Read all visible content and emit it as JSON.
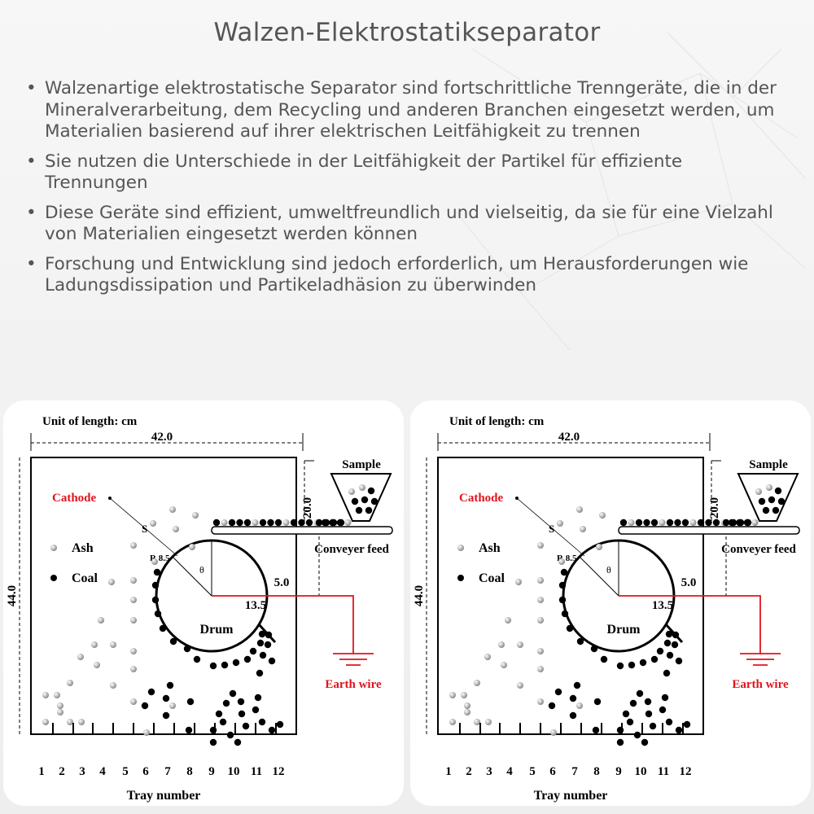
{
  "page": {
    "title": "Walzen-Elektrostatikseparator",
    "bullets": [
      "Walzenartige elektrostatische Separator sind fortschrittliche Trenngeräte, die in der Mineralverarbeitung, dem Recycling und anderen Branchen eingesetzt werden, um Materialien basierend auf ihrer elektrischen Leitfähigkeit zu trennen",
      "Sie nutzen die Unterschiede in der Leitfähigkeit der Partikel für effiziente Trennungen",
      "Diese Geräte sind effizient, umweltfreundlich und vielseitig, da sie für eine Vielzahl von Materialien eingesetzt werden können",
      "Forschung und Entwicklung sind jedoch erforderlich, um Herausforderungen wie Ladungsdissipation und Partikeladhäsion zu überwinden"
    ],
    "bullet_symbol": "•"
  },
  "diagram": {
    "unit_label": "Unit of length: cm",
    "width_dim": "42.0",
    "height_dim": "44.0",
    "feed_dim": "20.0",
    "drum_offset_dim": "5.0",
    "drum_horizontal_dim": "13.5",
    "radius_label": "R 8.5",
    "angle_label": "θ",
    "distance_label": "S",
    "cathode_label": "Cathode",
    "ash_label": "Ash",
    "coal_label": "Coal",
    "drum_label": "Drum",
    "sample_label": "Sample",
    "conveyer_label": "Conveyer feed",
    "earth_label": "Earth wire",
    "tray_axis_label": "Tray number",
    "tray_numbers": [
      "1",
      "2",
      "3",
      "4",
      "5",
      "6",
      "7",
      "8",
      "9",
      "10",
      "11",
      "12"
    ],
    "colors": {
      "cathode_red": "#e0141e",
      "earth_red": "#e0141e",
      "coal": "#000000",
      "ash": "#bbbbbb"
    }
  }
}
